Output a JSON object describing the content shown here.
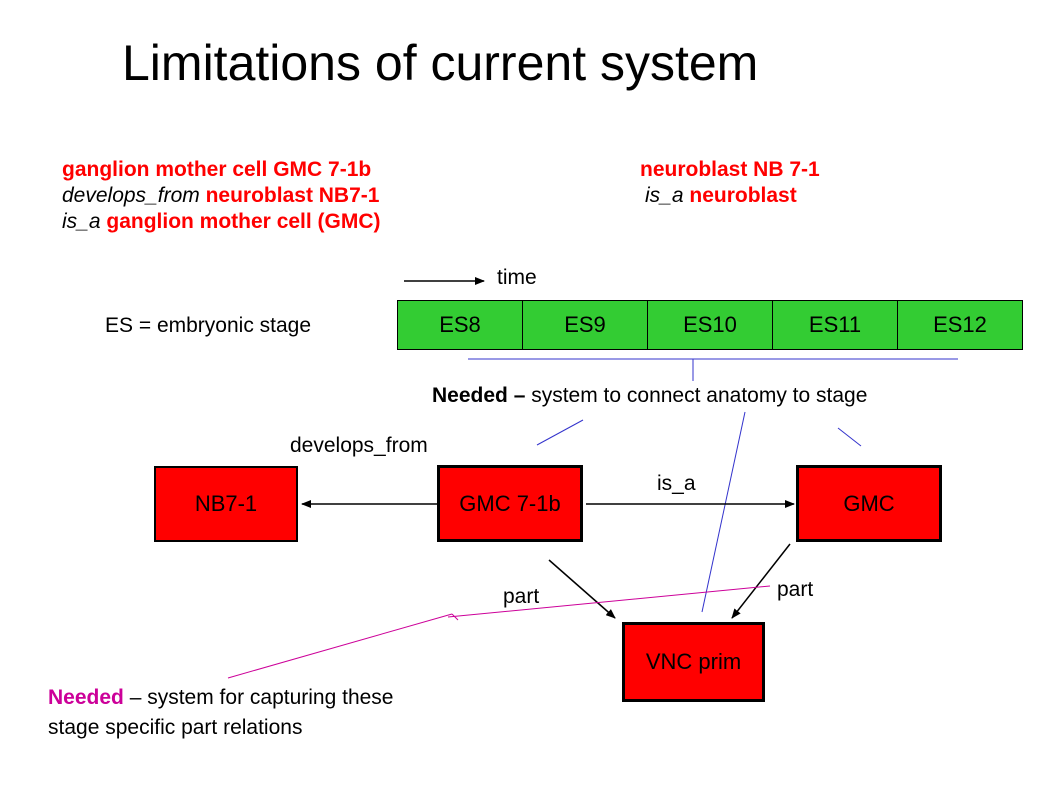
{
  "title": "Limitations of current system",
  "left_text": {
    "line1": "ganglion mother cell GMC 7-1b",
    "line2_rel": "develops_from",
    "line2_val": " neuroblast NB7-1",
    "line3_rel": "is_a",
    "line3_val": " ganglion mother cell (GMC)"
  },
  "right_text": {
    "line1": "neuroblast NB 7-1",
    "line2_rel": "is_a",
    "line2_val": " neuroblast"
  },
  "time_label": "time",
  "es_legend": "ES = embryonic stage",
  "stages": [
    "ES8",
    "ES9",
    "ES10",
    "ES11",
    "ES12"
  ],
  "needed_stage": {
    "bold": "Needed –",
    "rest": " system to connect anatomy to stage"
  },
  "relations": {
    "develops_from": "develops_from",
    "is_a": "is_a",
    "part_left": "part",
    "part_right": "part"
  },
  "nodes": {
    "nb": "NB7-1",
    "gmc71b": "GMC 7-1b",
    "gmc": "GMC",
    "vnc": "VNC prim"
  },
  "needed_part": {
    "bold": "Needed",
    "rest": " – system for capturing these",
    "line2": "stage specific part relations"
  },
  "colors": {
    "node_red": "#ff0000",
    "stage_green": "#33cc33",
    "connector_blue": "#3333cc",
    "connector_magenta": "#cc0099"
  }
}
